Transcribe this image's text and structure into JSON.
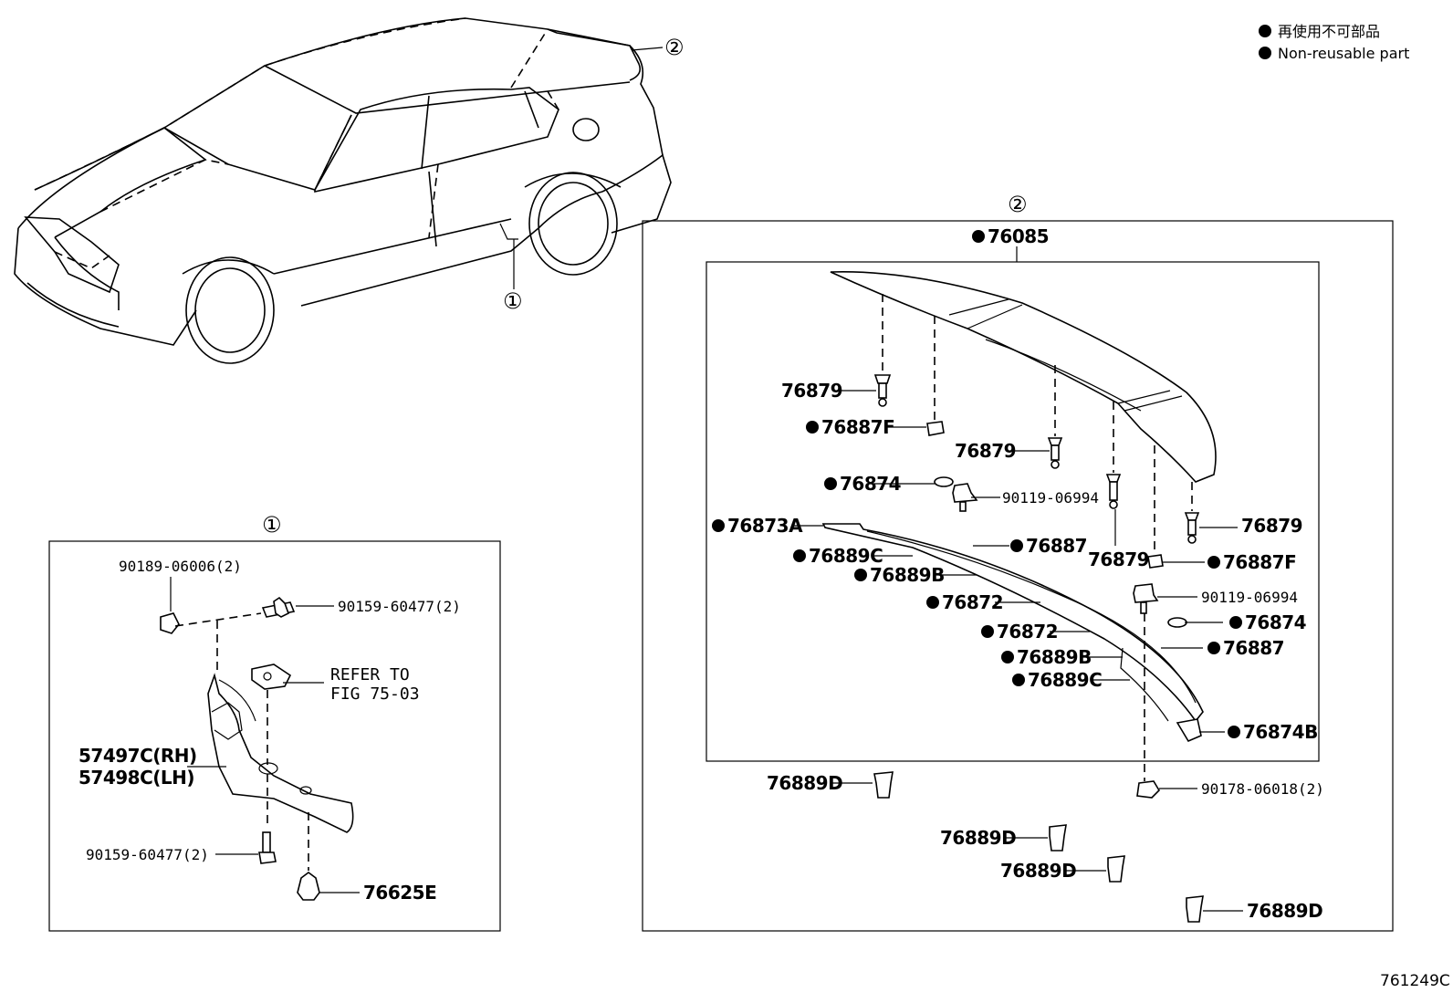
{
  "legend": {
    "ja": "再使用不可部品",
    "en": "Non-reusable part"
  },
  "figure_code": "761249C",
  "callouts": {
    "one": "①",
    "two": "②"
  },
  "box1": {
    "labels": {
      "p90189": "90189-06006(2)",
      "p90159a": "90159-60477(2)",
      "refer1": "REFER TO",
      "refer2": "FIG 75-03",
      "p57497": "57497C(RH)",
      "p57498": "57498C(LH)",
      "p90159b": "90159-60477(2)",
      "p76625": "76625E"
    }
  },
  "box2": {
    "labels": {
      "p76085": "76085",
      "p76879a": "76879",
      "p76887Fa": "76887F",
      "p76879b": "76879",
      "p76874a": "76874",
      "p90119a": "90119-06994",
      "p76873A": "76873A",
      "p76879c": "76879",
      "p76879d": "76879",
      "p76887a": "76887",
      "p76889Ca": "76889C",
      "p76889Ba": "76889B",
      "p76887Fb": "76887F",
      "p76872a": "76872",
      "p90119b": "90119-06994",
      "p76874b": "76874",
      "p76872b": "76872",
      "p76887b": "76887",
      "p76889Bb": "76889B",
      "p76889Cb": "76889C",
      "p76874B": "76874B",
      "p76889Da": "76889D",
      "p90178": "90178-06018(2)",
      "p76889Db": "76889D",
      "p76889Dc": "76889D",
      "p76889Dd": "76889D"
    }
  }
}
